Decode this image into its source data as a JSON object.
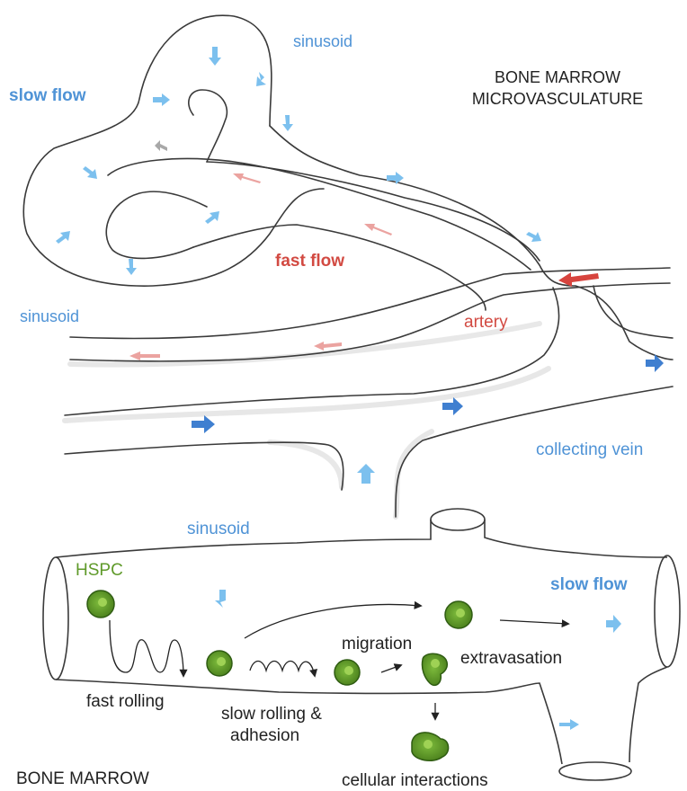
{
  "top": {
    "title_line1": "BONE MARROW",
    "title_line2": "MICROVASCULATURE",
    "label_sinusoid_top": "sinusoid",
    "label_slow_flow": "slow flow",
    "label_fast_flow": "fast flow",
    "label_sinusoid_left": "sinusoid",
    "label_artery": "artery",
    "label_collecting_vein": "collecting vein"
  },
  "bottom": {
    "label_sinusoid": "sinusoid",
    "label_hspc": "HSPC",
    "label_slow_flow": "slow flow",
    "label_migration": "migration",
    "label_extravasation": "extravasation",
    "label_fast_rolling": "fast rolling",
    "label_slow_rolling_line1": "slow rolling &",
    "label_slow_rolling_line2": "adhesion",
    "label_bone_marrow": "BONE MARROW",
    "label_cellular_interactions": "cellular interactions"
  },
  "colors": {
    "vessel_line": "#3a3a3a",
    "flow_blue_light": "#7cc0ee",
    "flow_blue_dark": "#3f7fd0",
    "flow_red": "#d7443e",
    "flow_pink": "#eba3a0",
    "cell_green": "#5e9a2c",
    "cell_green_dark": "#2f5c12",
    "cell_green_light": "#9fd255",
    "label_blue": "#4f93d6",
    "label_red": "#d24a42",
    "label_green": "#5f9a2a",
    "label_black": "#222222"
  }
}
